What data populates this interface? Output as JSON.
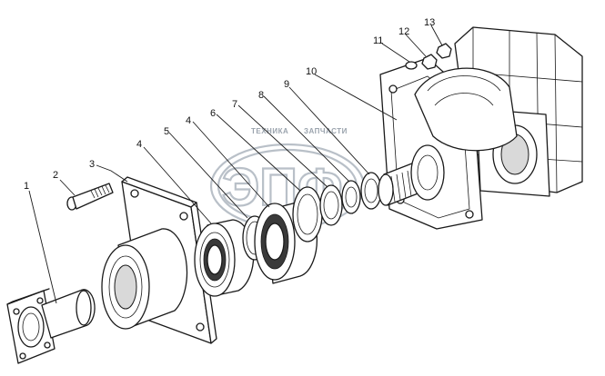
{
  "watermark": {
    "top_left": "ТЕХНИКА",
    "top_right": "ЗАПЧАСТИ",
    "emblem": "ЭПФ"
  },
  "callouts": [
    {
      "id": "c1",
      "label": "1"
    },
    {
      "id": "c2",
      "label": "2"
    },
    {
      "id": "c3",
      "label": "3"
    },
    {
      "id": "c4a",
      "label": "4"
    },
    {
      "id": "c4b",
      "label": "4"
    },
    {
      "id": "c5",
      "label": "5"
    },
    {
      "id": "c6",
      "label": "6"
    },
    {
      "id": "c7",
      "label": "7"
    },
    {
      "id": "c8",
      "label": "8"
    },
    {
      "id": "c9",
      "label": "9"
    },
    {
      "id": "c10",
      "label": "10"
    },
    {
      "id": "c11",
      "label": "11"
    },
    {
      "id": "c12",
      "label": "12"
    },
    {
      "id": "c13",
      "label": "13"
    }
  ]
}
